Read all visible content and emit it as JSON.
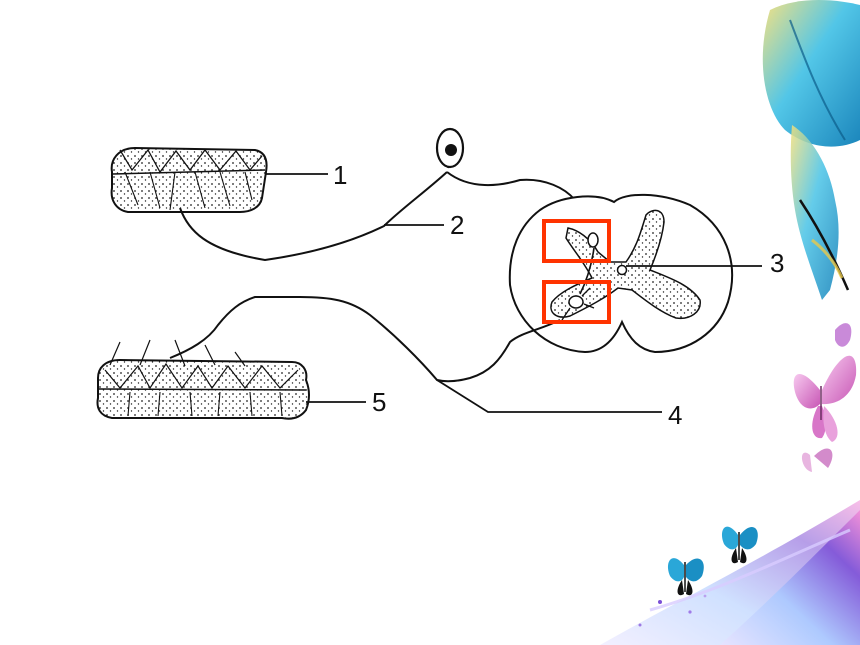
{
  "diagram": {
    "labels": {
      "l1": "1",
      "l2": "2",
      "l3": "3",
      "l4": "4",
      "l5": "5"
    }
  },
  "colors": {
    "line": "#111111",
    "highlight": "#ff3300",
    "background": "#ffffff",
    "feather_blue": "#1fa9d6",
    "feather_yellow": "#f2d25a",
    "butterfly_pink": "#d876c8",
    "butterfly_blue": "#2aa7d8",
    "swoosh_violet": "#7b4fd6"
  },
  "decor": {
    "icons": [
      "feather-icon",
      "butterfly-icon",
      "swoosh-decoration"
    ]
  }
}
